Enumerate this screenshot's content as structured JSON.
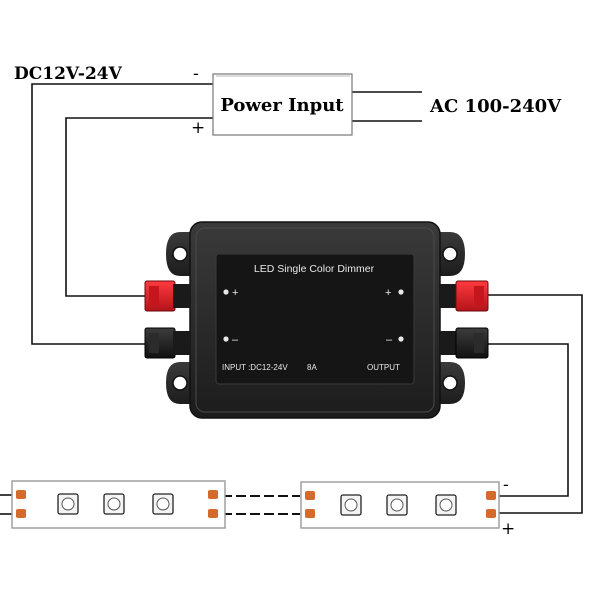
{
  "labels": {
    "dc_supply": "DC12V-24V",
    "power_input": "Power Input",
    "ac_supply": "AC 100-240V",
    "ps_minus": "-",
    "ps_plus": "+",
    "strip_minus": "-",
    "strip_plus": "+"
  },
  "dimmer": {
    "title": "LED Single Color Dimmer",
    "input_plus": "+",
    "input_minus": "–",
    "output_plus": "+",
    "output_minus": "–",
    "input_label": "INPUT :DC12-24V",
    "current_label": "8A",
    "output_label": "OUTPUT"
  },
  "colors": {
    "wire": "#111111",
    "housing": "#2a2a2a",
    "panel": "#161616",
    "terminal_red": "#e01d23",
    "terminal_black": "#1e1e1e",
    "strip_pad": "#d46a2c",
    "strip_border": "#9a9a9a"
  }
}
